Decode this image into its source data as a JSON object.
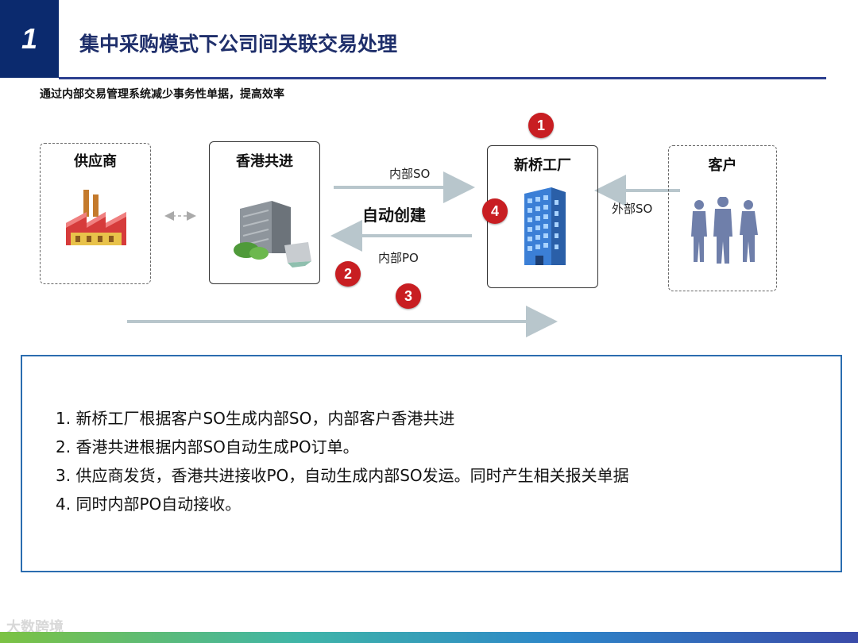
{
  "header": {
    "number": "1",
    "title": "集中采购模式下公司间关联交易处理",
    "subtitle": "通过内部交易管理系统减少事务性单据，提高效率"
  },
  "entities": {
    "supplier": "供应商",
    "hk": "香港共进",
    "factory": "新桥工厂",
    "customer": "客户"
  },
  "flows": {
    "internal_so": "内部SO",
    "auto_create": "自动创建",
    "internal_po": "内部PO",
    "external_so": "外部SO"
  },
  "badges": [
    "1",
    "2",
    "3",
    "4"
  ],
  "notes": [
    "1.  新桥工厂根据客户SO生成内部SO，内部客户香港共进",
    "2.  香港共进根据内部SO自动生成PO订单。",
    "3.  供应商发货，香港共进接收PO，自动生成内部SO发运。同时产生相关报关单据",
    "4.  同时内部PO自动接收。"
  ],
  "watermark": "大数跨境",
  "colors": {
    "header_navy": "#0b2a6e",
    "title_color": "#1f2f6b",
    "badge_red": "#c81e22",
    "notes_border": "#2b6db0",
    "arrow": "#b8c6cc"
  }
}
